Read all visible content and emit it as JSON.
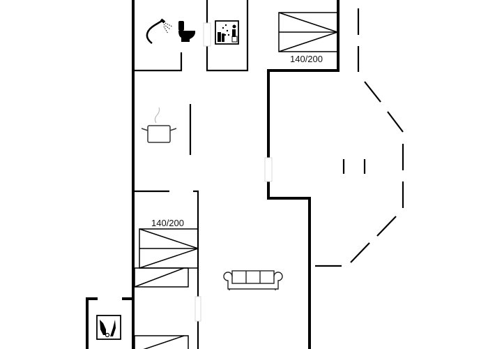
{
  "diagram": {
    "type": "floor-plan",
    "colors": {
      "wall": "#000000",
      "background": "#ffffff",
      "window": "#dcdcdc"
    },
    "beds": [
      {
        "id": "bed-top-right",
        "label": "140/200"
      },
      {
        "id": "bed-middle-left",
        "label": "140/200"
      }
    ],
    "icons": [
      "shower-icon",
      "toilet-icon",
      "sauna-icon",
      "cooking-pot-icon",
      "sofa-icon",
      "washing-machine-icon"
    ],
    "areas": [
      "bathroom",
      "sauna",
      "bedroom-top",
      "kitchen",
      "bedroom-middle",
      "bedroom-bottom",
      "living-room",
      "utility",
      "terrace"
    ]
  }
}
